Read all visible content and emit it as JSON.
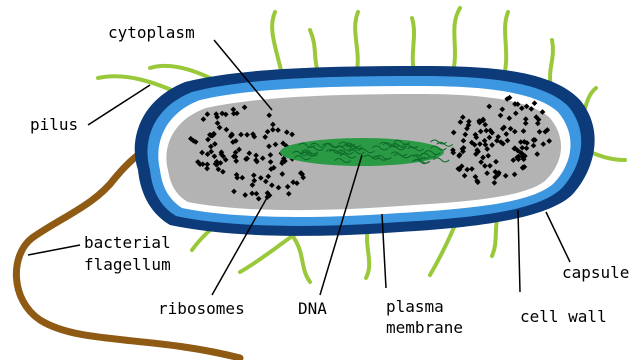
{
  "labels": {
    "cytoplasm": "cytoplasm",
    "pilus": "pilus",
    "bacterial_flagellum": [
      "bacterial",
      "flagellum"
    ],
    "ribosomes": "ribosomes",
    "dna": "DNA",
    "plasma_membrane": [
      "plasma",
      "membrane"
    ],
    "cell_wall": "cell wall",
    "capsule": "capsule"
  },
  "colors": {
    "capsule": "#0d3a78",
    "cell_wall": "#3d97e0",
    "membrane": "#ffffff",
    "cytoplasm": "#b3b3b3",
    "ribosome": "#000000",
    "dna": "#1f8a3a",
    "pili": "#99c93a",
    "flagellum": "#8e5a14",
    "leader_lines": "#000000"
  }
}
